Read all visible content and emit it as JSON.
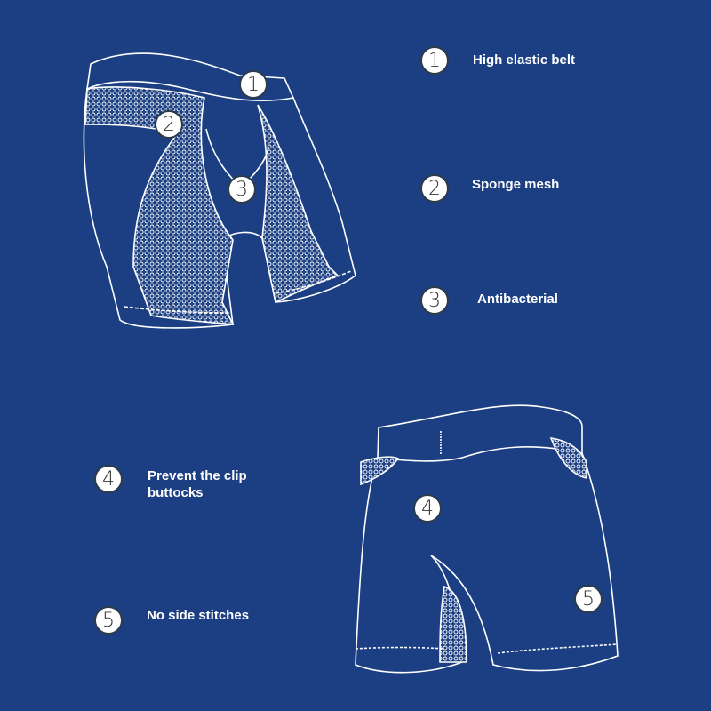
{
  "colors": {
    "background": "#1b3f82",
    "line": "#ffffff",
    "badge_fill": "#ffffff",
    "badge_text": "#333333"
  },
  "features": [
    {
      "number": "1",
      "label": "High elastic belt"
    },
    {
      "number": "2",
      "label": "Sponge mesh"
    },
    {
      "number": "3",
      "label": "Antibacterial"
    },
    {
      "number": "4",
      "label": "Prevent the clip\nbuttocks"
    },
    {
      "number": "5",
      "label": "No side stitches"
    }
  ],
  "diagram_markers": {
    "front": [
      "1",
      "2",
      "3"
    ],
    "back": [
      "4",
      "5"
    ]
  }
}
